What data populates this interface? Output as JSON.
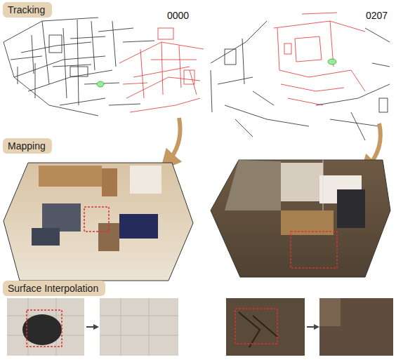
{
  "diagram": {
    "nodes": [
      {
        "text": [
          "Tracking"
        ]
      },
      {
        "text": [
          "Mapping"
        ]
      },
      {
        "text": [
          "Surface Interpolation"
        ]
      }
    ],
    "labels": [
      "0000",
      "0207"
    ]
  }
}
